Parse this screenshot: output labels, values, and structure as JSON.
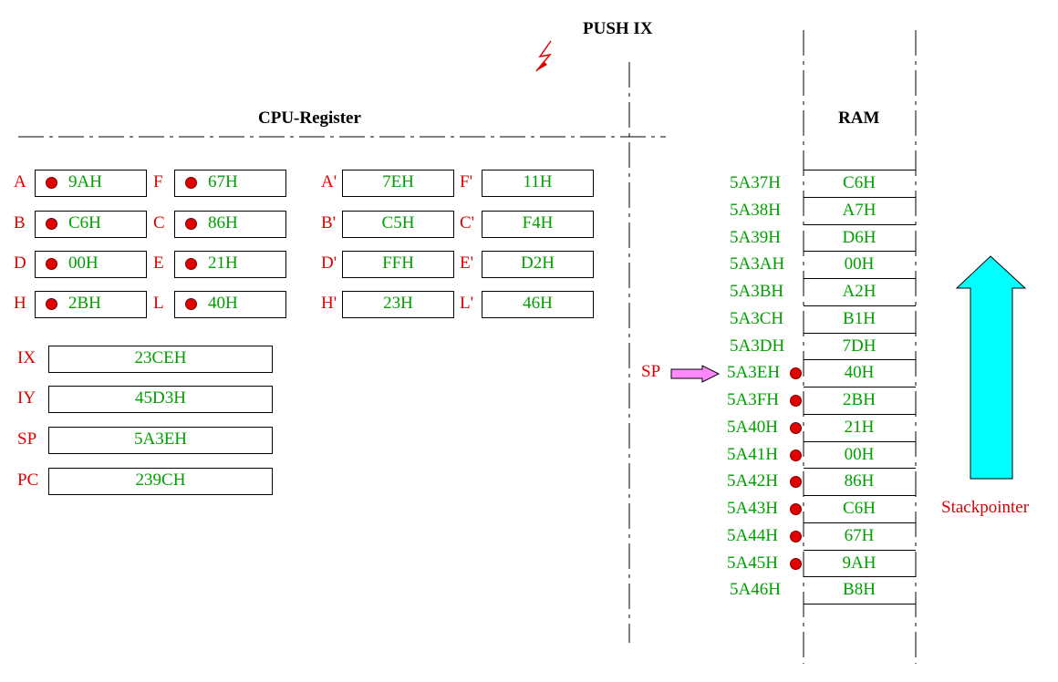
{
  "title": "PUSH IX",
  "cpu_label": "CPU-Register",
  "ram_label": "RAM",
  "stack_label": "Stackpointer",
  "sp_pointer_label": "SP",
  "colors": {
    "label": "#e00000",
    "value": "#00a000",
    "arrow": "#00ffff",
    "sp_arrow": "#ff88ff",
    "bolt": "#e00000"
  },
  "icons": {
    "bolt": "lightning-bolt-icon",
    "sp_arrow": "right-arrow-icon",
    "stack_arrow": "up-arrow-icon"
  },
  "registers_main": [
    {
      "name": "A",
      "value": "9AH",
      "dot": true
    },
    {
      "name": "F",
      "value": "67H",
      "dot": true
    },
    {
      "name": "B",
      "value": "C6H",
      "dot": true
    },
    {
      "name": "C",
      "value": "86H",
      "dot": true
    },
    {
      "name": "D",
      "value": "00H",
      "dot": true
    },
    {
      "name": "E",
      "value": "21H",
      "dot": true
    },
    {
      "name": "H",
      "value": "2BH",
      "dot": true
    },
    {
      "name": "L",
      "value": "40H",
      "dot": true
    }
  ],
  "registers_alt": [
    {
      "name": "A'",
      "value": "7EH"
    },
    {
      "name": "F'",
      "value": "11H"
    },
    {
      "name": "B'",
      "value": "C5H"
    },
    {
      "name": "C'",
      "value": "F4H"
    },
    {
      "name": "D'",
      "value": "FFH"
    },
    {
      "name": "E'",
      "value": "D2H"
    },
    {
      "name": "H'",
      "value": "23H"
    },
    {
      "name": "L'",
      "value": "46H"
    }
  ],
  "registers_16": [
    {
      "name": "IX",
      "value": "23CEH"
    },
    {
      "name": "IY",
      "value": "45D3H"
    },
    {
      "name": "SP",
      "value": "5A3EH"
    },
    {
      "name": "PC",
      "value": "239CH"
    }
  ],
  "ram": [
    {
      "addr": "5A37H",
      "value": "C6H",
      "dot": false
    },
    {
      "addr": "5A38H",
      "value": "A7H",
      "dot": false
    },
    {
      "addr": "5A39H",
      "value": "D6H",
      "dot": false
    },
    {
      "addr": "5A3AH",
      "value": "00H",
      "dot": false
    },
    {
      "addr": "5A3BH",
      "value": "A2H",
      "dot": false
    },
    {
      "addr": "5A3CH",
      "value": "B1H",
      "dot": false
    },
    {
      "addr": "5A3DH",
      "value": "7DH",
      "dot": false
    },
    {
      "addr": "5A3EH",
      "value": "40H",
      "dot": true
    },
    {
      "addr": "5A3FH",
      "value": "2BH",
      "dot": true
    },
    {
      "addr": "5A40H",
      "value": "21H",
      "dot": true
    },
    {
      "addr": "5A41H",
      "value": "00H",
      "dot": true
    },
    {
      "addr": "5A42H",
      "value": "86H",
      "dot": true
    },
    {
      "addr": "5A43H",
      "value": "C6H",
      "dot": true
    },
    {
      "addr": "5A44H",
      "value": "67H",
      "dot": true
    },
    {
      "addr": "5A45H",
      "value": "9AH",
      "dot": true
    },
    {
      "addr": "5A46H",
      "value": "B8H",
      "dot": false
    }
  ]
}
